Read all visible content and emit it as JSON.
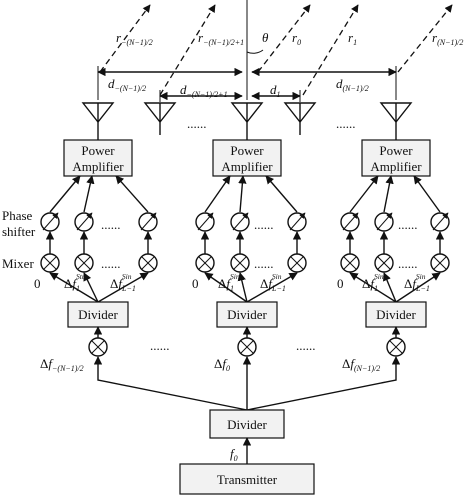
{
  "blocks": {
    "transmitter": "Transmitter",
    "divider": "Divider",
    "power_amp_line1": "Power",
    "power_amp_line2": "Amplifier"
  },
  "row_labels": {
    "phase": "Phase",
    "shifter": "shifter",
    "mixer": "Mixer"
  },
  "freq": {
    "delta": "Δ",
    "f": "f",
    "f0_sub": "0",
    "left_sub": "−(N−1)/2",
    "right_sub": "(N−1)/2",
    "zero": "0",
    "one_sub": "1",
    "L_sub": "L−1",
    "sup_sin": "Sin",
    "sup_stu": "Stu"
  },
  "geom_labels": {
    "theta": "θ",
    "r": "r",
    "r_left_sub": "−(N−1)/2",
    "r_left2_sub": "−(N−1)/2+1",
    "r0_sub": "0",
    "r1_sub": "1",
    "r_right_sub": "(N−1)/2",
    "d": "d",
    "d_left_sub": "−(N−1)/2",
    "d_left2_sub": "−(N−1)/2+1",
    "d1_sub": "1",
    "d_right_sub": "(N−1)/2"
  },
  "ellipsis": "......"
}
